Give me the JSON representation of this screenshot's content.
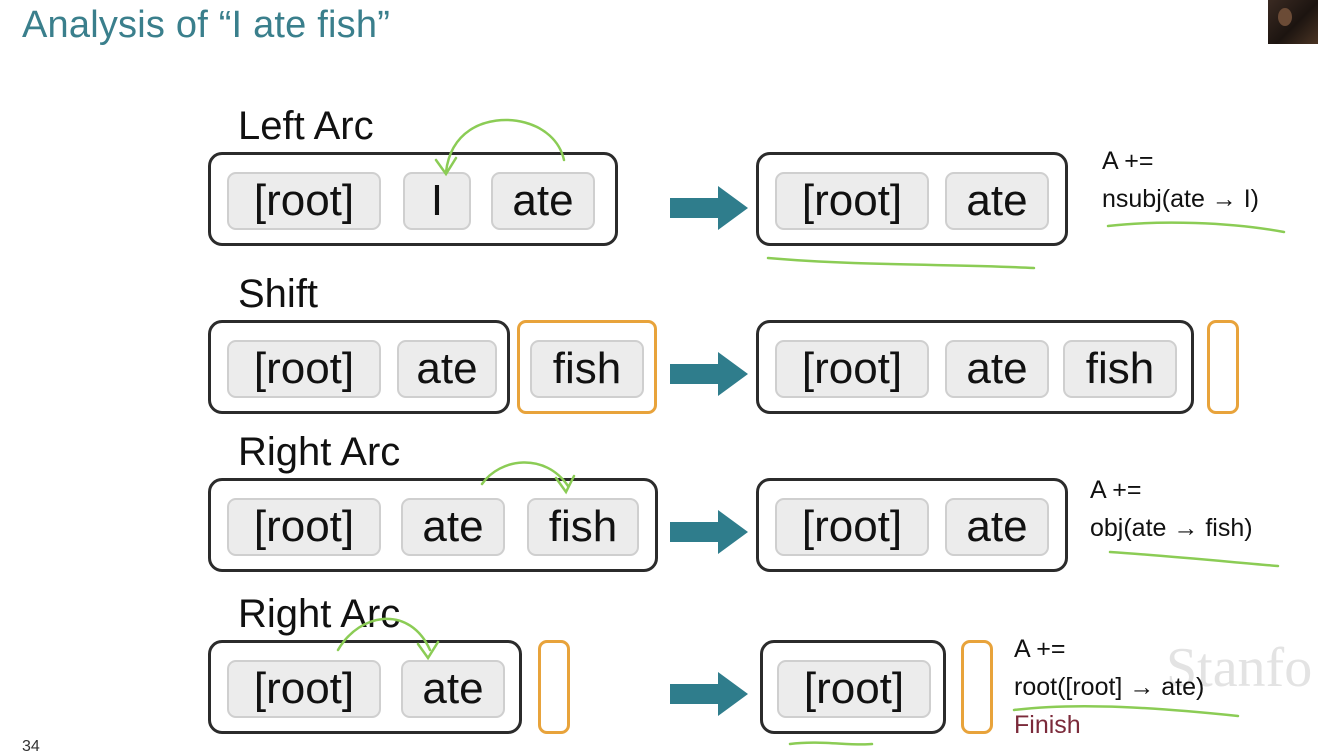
{
  "title": "Analysis of “I ate fish”",
  "page_number": "34",
  "watermark": "Stanfo",
  "colors": {
    "title": "#3a7f8c",
    "arrow": "#2f7d8c",
    "buffer": "#e8a33b",
    "ink": "#8bcc55",
    "finish": "#7b2a3a"
  },
  "icons": {
    "transition_arrow": "right-arrow-icon"
  },
  "steps": [
    {
      "action": "Left Arc",
      "before_stack": [
        "[root]",
        "I",
        "ate"
      ],
      "before_buffer": [],
      "after_stack": [
        "[root]",
        "ate"
      ],
      "after_buffer": [],
      "note_line1": "A +=",
      "note_line2": "nsubj(ate → I)",
      "note_line3": ""
    },
    {
      "action": "Shift",
      "before_stack": [
        "[root]",
        "ate"
      ],
      "before_buffer": [
        "fish"
      ],
      "after_stack": [
        "[root]",
        "ate",
        "fish"
      ],
      "after_buffer": [],
      "note_line1": "",
      "note_line2": "",
      "note_line3": ""
    },
    {
      "action": "Right Arc",
      "before_stack": [
        "[root]",
        "ate",
        "fish"
      ],
      "before_buffer": [],
      "after_stack": [
        "[root]",
        "ate"
      ],
      "after_buffer": [],
      "note_line1": "A +=",
      "note_line2": "obj(ate → fish)",
      "note_line3": ""
    },
    {
      "action": "Right Arc",
      "before_stack": [
        "[root]",
        "ate"
      ],
      "before_buffer": [],
      "after_stack": [
        "[root]"
      ],
      "after_buffer": [],
      "note_line1": "A +=",
      "note_line2": "root([root] → ate)",
      "note_line3": "Finish"
    }
  ]
}
